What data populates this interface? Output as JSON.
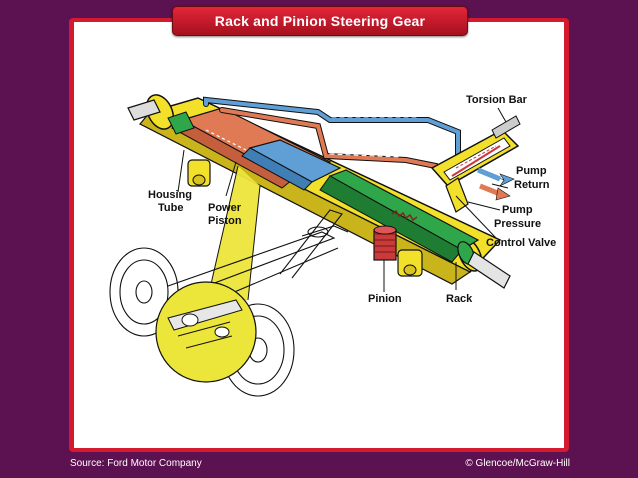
{
  "slide": {
    "title": "Rack and Pinion Steering Gear",
    "source": "Source: Ford Motor Company",
    "copyright": "© Glencoe/McGraw-Hill"
  },
  "labels": {
    "housing_tube_line1": "Housing",
    "housing_tube_line2": "Tube",
    "power_piston_line1": "Power",
    "power_piston_line2": "Piston",
    "torsion_bar": "Torsion Bar",
    "pump_return_line1": "Pump",
    "pump_return_line2": "Return",
    "pump_pressure_line1": "Pump",
    "pump_pressure_line2": "Pressure",
    "control_valve": "Control Valve",
    "pinion": "Pinion",
    "rack": "Rack"
  },
  "colors": {
    "background": "#5c1150",
    "frame": "#d41a2e",
    "housing": "#f3e02a",
    "rack": "#2fa64a",
    "piston_chamber": "#e07a55",
    "fluid_blue": "#5f9fd6",
    "spot": "#ece53a"
  }
}
